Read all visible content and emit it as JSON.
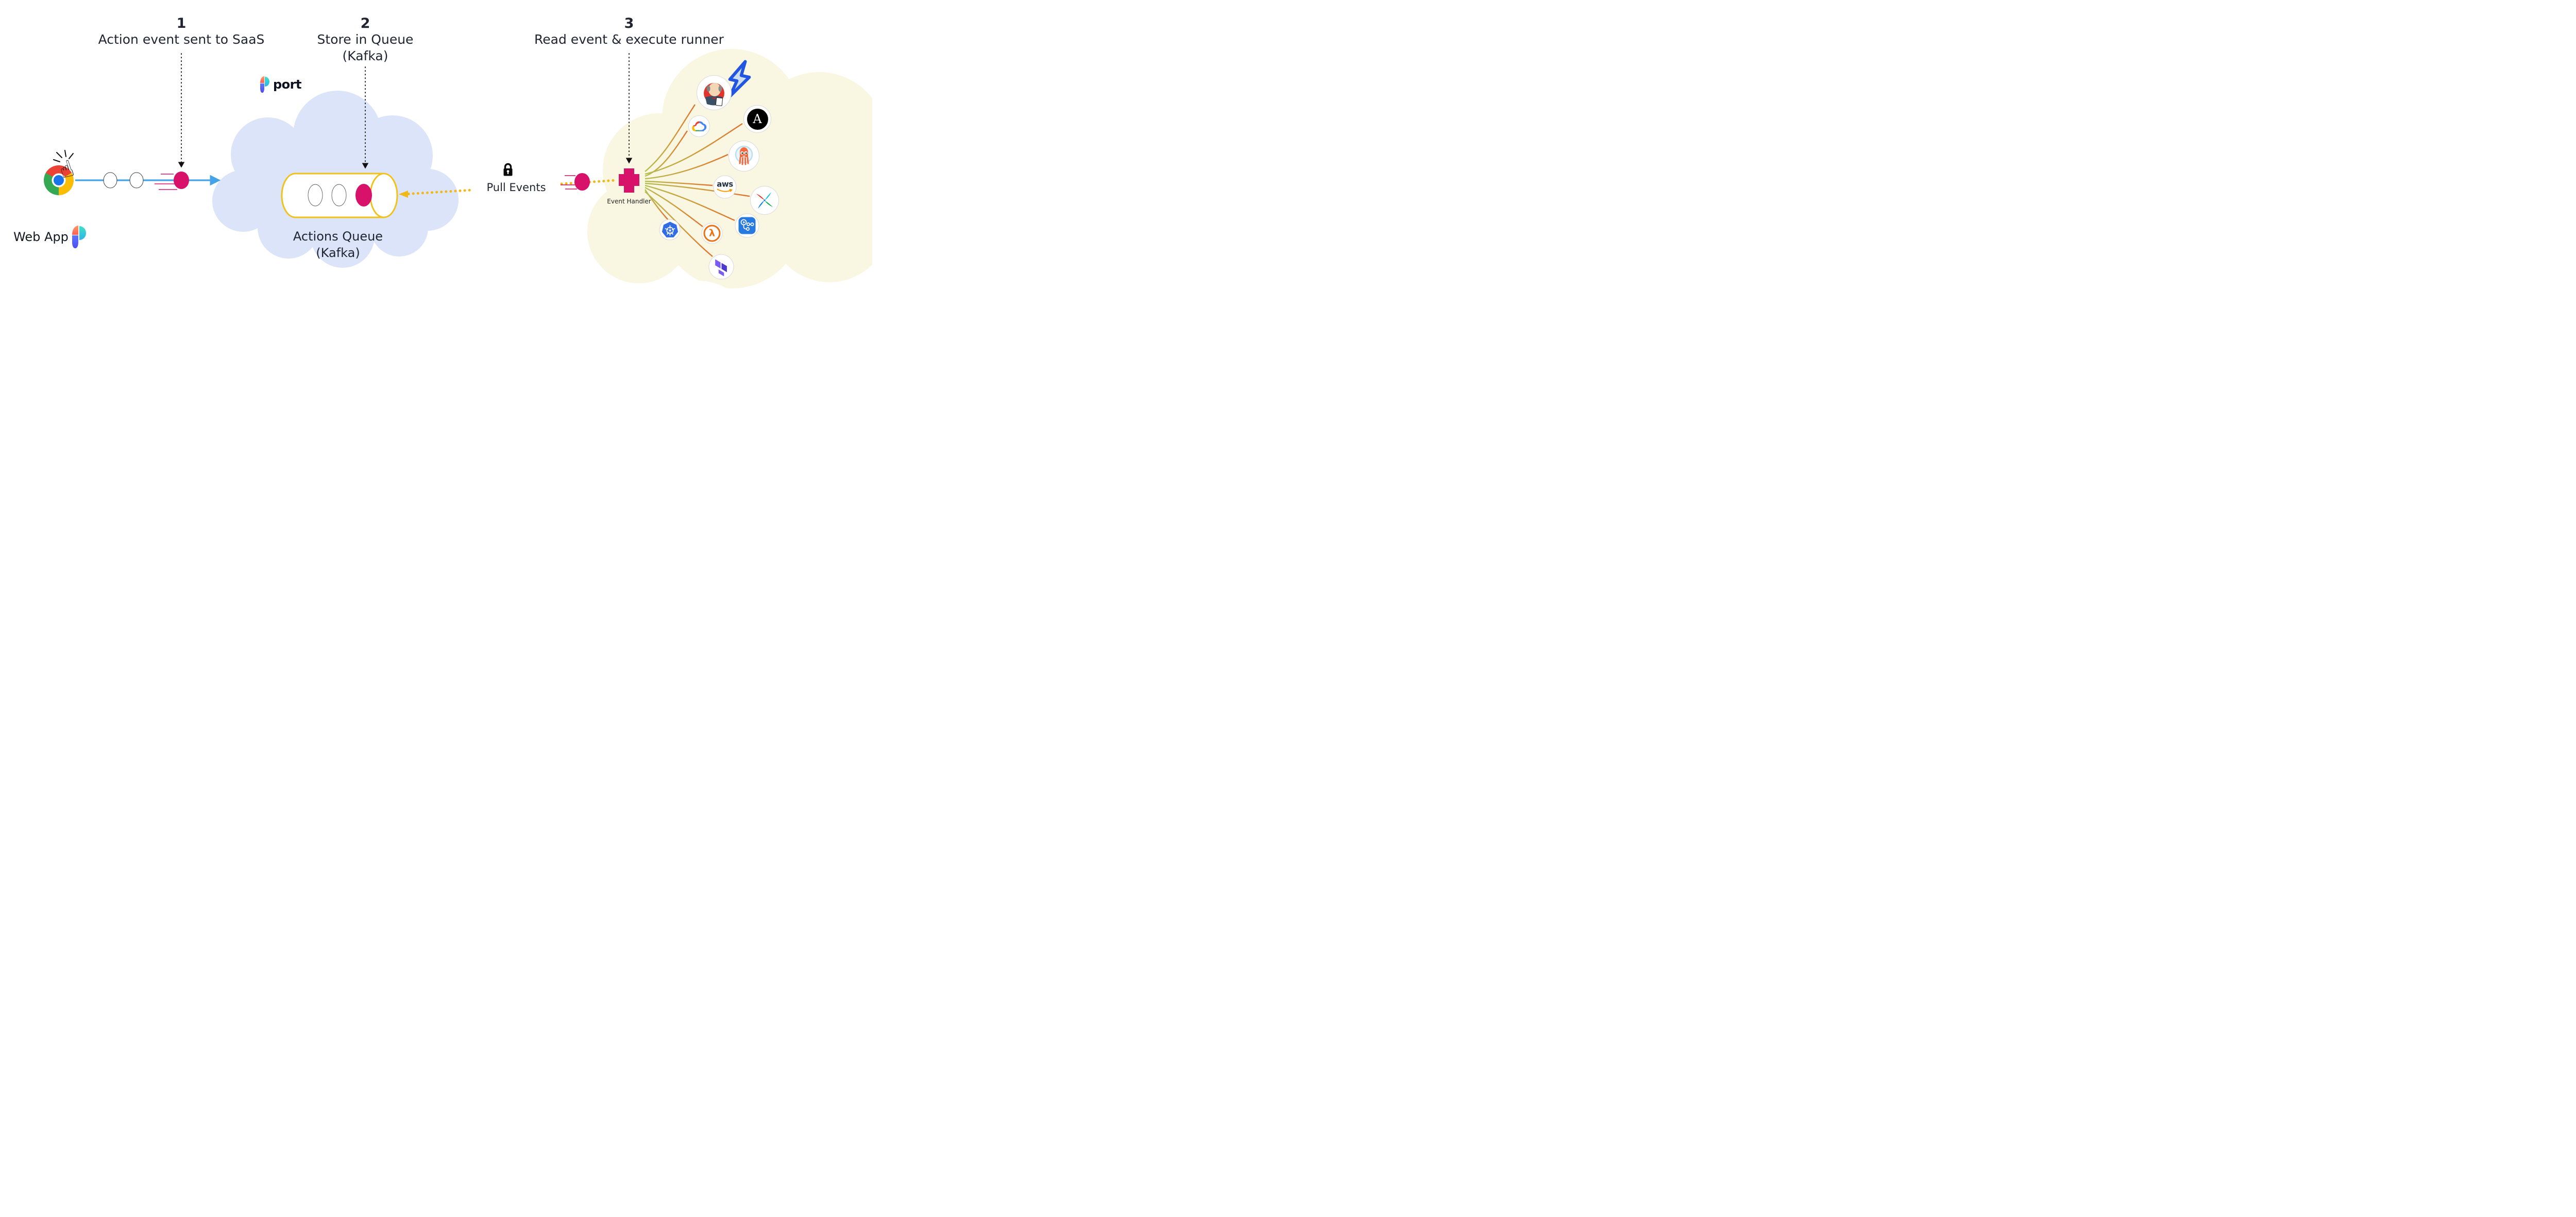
{
  "steps": [
    {
      "number": "1",
      "label": "Action event sent to SaaS"
    },
    {
      "number": "2",
      "label": "Store in Queue",
      "sublabel": "(Kafka)"
    },
    {
      "number": "3",
      "label": "Read event & execute runner"
    }
  ],
  "web_app": {
    "label": "Web App"
  },
  "port": {
    "text": "port"
  },
  "queue": {
    "title": "Actions Queue",
    "subtitle": "(Kafka)"
  },
  "pull_events": {
    "label": "Pull Events"
  },
  "event_handler": {
    "label": "Event Handler"
  },
  "icon_glyphs": {
    "aws_label": "aws",
    "ansible_letter": "A",
    "lambda_letter": "λ"
  },
  "icons": [
    {
      "name": "jenkins"
    },
    {
      "name": "lightning-bolt"
    },
    {
      "name": "ansible"
    },
    {
      "name": "google-cloud"
    },
    {
      "name": "octopus-deploy"
    },
    {
      "name": "aws"
    },
    {
      "name": "airflow"
    },
    {
      "name": "github-actions-workflow"
    },
    {
      "name": "kubernetes"
    },
    {
      "name": "aws-lambda"
    },
    {
      "name": "terraform"
    }
  ],
  "colors": {
    "accent_pink": "#D8116B",
    "queue_gold": "#F1C21B",
    "line_blue": "#45A4E8",
    "cloud_blue": "#DBE4F8",
    "cloud_yellow": "#F9F6E1",
    "bolt_blue": "#2356E0"
  }
}
